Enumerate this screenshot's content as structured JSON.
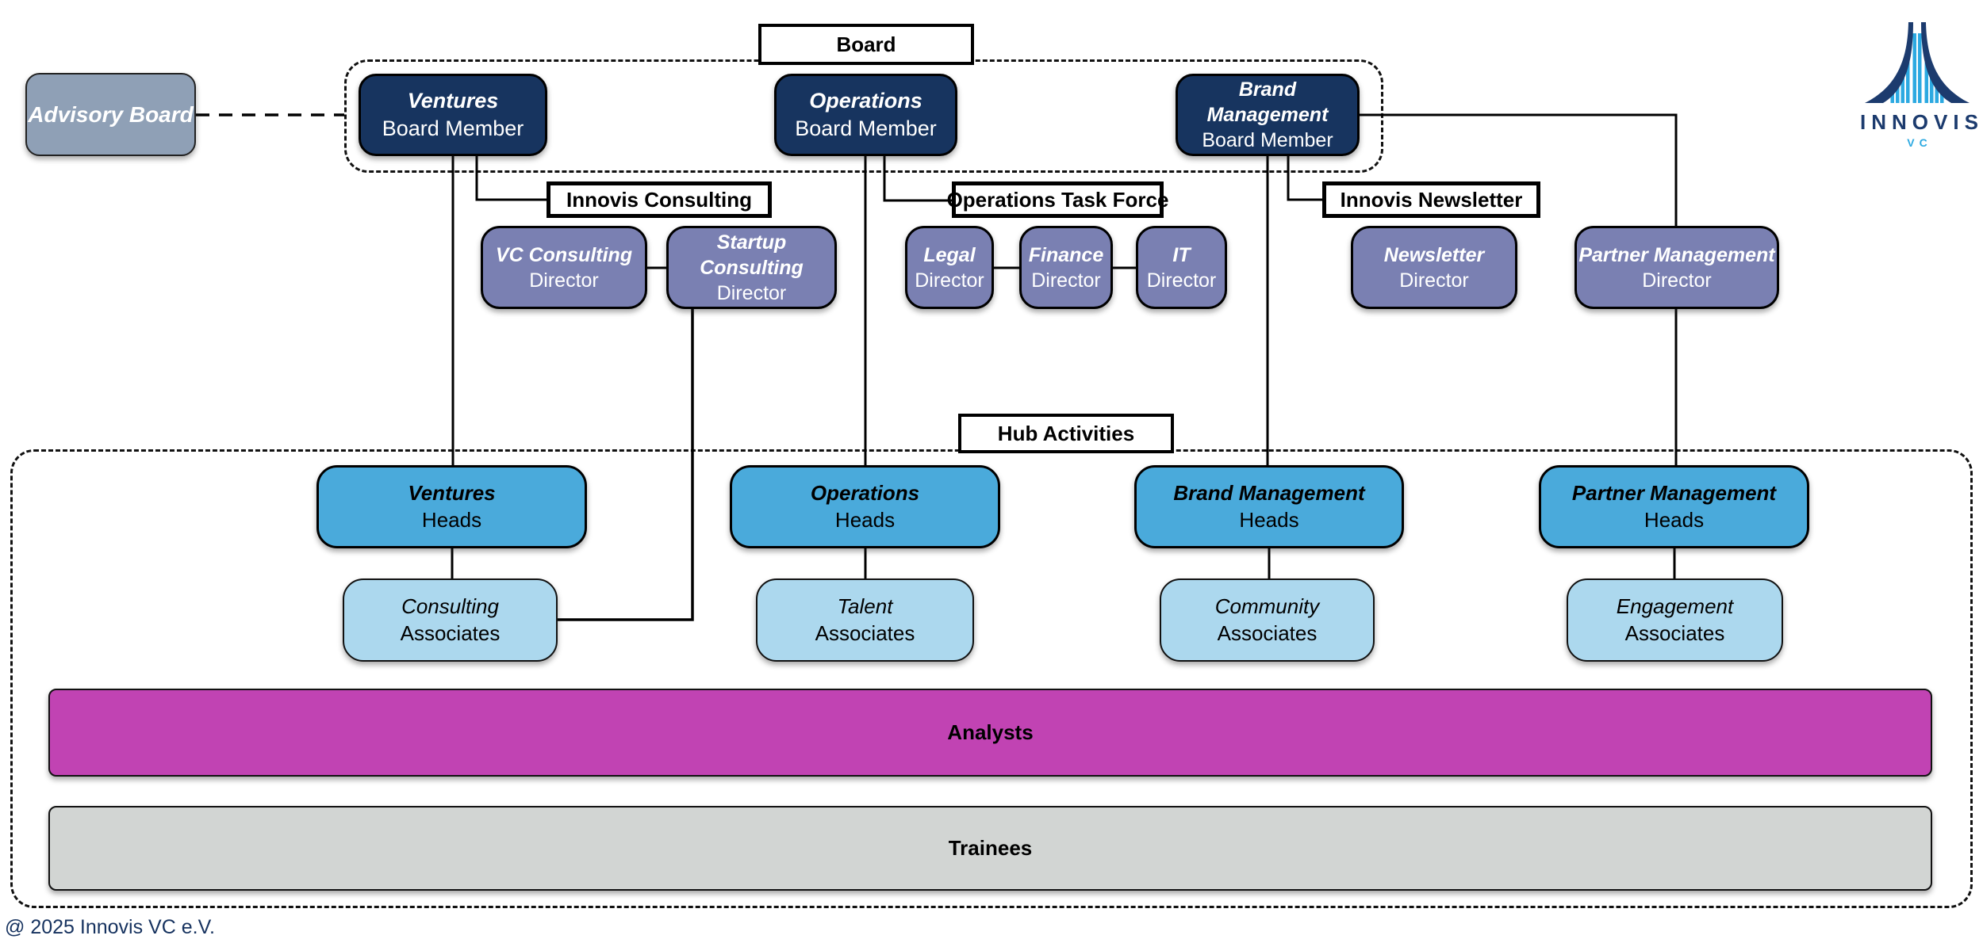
{
  "board": {
    "label": "Board",
    "members": [
      {
        "division": "Ventures",
        "role": "Board Member"
      },
      {
        "division": "Operations",
        "role": "Board Member"
      },
      {
        "division": "Brand Management",
        "role": "Board Member"
      }
    ]
  },
  "advisory_board": {
    "label": "Advisory Board"
  },
  "section_labels": {
    "consulting": "Innovis Consulting",
    "task_force": "Operations Task Force",
    "newsletter": "Innovis Newsletter",
    "hub": "Hub Activities"
  },
  "directors": [
    {
      "division": "VC Consulting",
      "role": "Director"
    },
    {
      "division": "Startup Consulting",
      "role": "Director"
    },
    {
      "division": "Legal",
      "role": "Director"
    },
    {
      "division": "Finance",
      "role": "Director"
    },
    {
      "division": "IT",
      "role": "Director"
    },
    {
      "division": "Newsletter",
      "role": "Director"
    },
    {
      "division": "Partner Management",
      "role": "Director"
    }
  ],
  "heads": [
    {
      "division": "Ventures",
      "role": "Heads"
    },
    {
      "division": "Operations",
      "role": "Heads"
    },
    {
      "division": "Brand Management",
      "role": "Heads"
    },
    {
      "division": "Partner Management",
      "role": "Heads"
    }
  ],
  "associates": [
    {
      "division": "Consulting",
      "role": "Associates"
    },
    {
      "division": "Talent",
      "role": "Associates"
    },
    {
      "division": "Community",
      "role": "Associates"
    },
    {
      "division": "Engagement",
      "role": "Associates"
    }
  ],
  "bands": {
    "analysts": "Analysts",
    "trainees": "Trainees"
  },
  "logo": {
    "name": "INNOVIS",
    "subtitle": "VC"
  },
  "footer": {
    "copyright": "@ 2025 Innovis VC e.V."
  },
  "colors": {
    "board_navy": "#17345F",
    "director_slate_purple": "#7A80B2",
    "advisory_gray_blue": "#8FA0B6",
    "heads_blue": "#4AAADB",
    "associates_light_blue": "#ACD8EE",
    "analysts_magenta": "#C143B3",
    "trainees_gray": "#D2D5D3",
    "logo_navy": "#1C3B6E",
    "logo_cyan": "#2CA9E1",
    "footer_text_navy": "#16325F"
  }
}
